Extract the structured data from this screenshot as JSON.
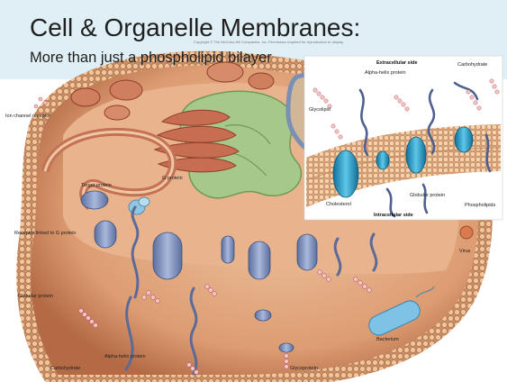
{
  "slide": {
    "title": "Cell & Organelle Membranes:",
    "subtitle": "More than just a phospholipid bilayer",
    "copyright": "Copyright © The McGraw-Hill Companies, Inc. Permission required for reproduction or display."
  },
  "figure": {
    "main_labels": {
      "ion_channel": "Ion channel receptor",
      "g_protein": "G protein",
      "target_protein": "Target protein",
      "receptor_g": "Receptor linked to G protein",
      "globular_protein": "Globular protein",
      "carbohydrate": "Carbohydrate",
      "alpha_helix": "Alpha-helix protein",
      "glycoprotein": "Glycoprotein",
      "bacterium": "Bacterium",
      "virus": "Virus"
    },
    "inset_labels": {
      "extracellular": "Extracellular side",
      "alpha_helix": "Alpha-helix protein",
      "carbohydrate": "Carbohydrate",
      "glycolipid": "Glycolipid",
      "globular_protein": "Globular protein",
      "cholesterol": "Cholesterol",
      "phospholipids": "Phospholipids",
      "intracellular": "Intracellular side"
    }
  }
}
